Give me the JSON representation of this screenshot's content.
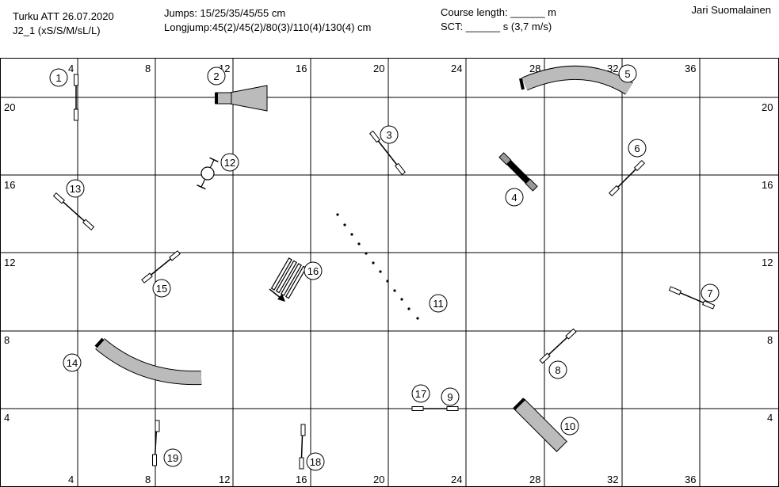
{
  "header": {
    "event": "Turku ATT 26.07.2020",
    "class": "J2_1 (xS/S/M/sL/L)",
    "jumps": "Jumps: 15/25/35/45/55 cm",
    "longjump": "Longjump:45(2)/45(2)/80(3)/110(4)/130(4) cm",
    "course_length": "Course length: ______ m",
    "sct": "SCT: ______ s (3,7 m/s)",
    "author": "Jari Suomalainen"
  },
  "grid": {
    "top_labels": [
      "4",
      "8",
      "12",
      "16",
      "20",
      "24",
      "28",
      "32",
      "36"
    ],
    "bottom_labels": [
      "4",
      "8",
      "12",
      "16",
      "20",
      "24",
      "28",
      "32",
      "36"
    ],
    "left_labels": [
      "20",
      "16",
      "12",
      "8",
      "4"
    ],
    "right_labels": [
      "20",
      "16",
      "12",
      "8",
      "4"
    ]
  },
  "obstacles": [
    {
      "number": "1",
      "kind": "jump"
    },
    {
      "number": "2",
      "kind": "collapsed-tunnel"
    },
    {
      "number": "3",
      "kind": "jump"
    },
    {
      "number": "4",
      "kind": "double-jump"
    },
    {
      "number": "5",
      "kind": "tunnel"
    },
    {
      "number": "6",
      "kind": "jump"
    },
    {
      "number": "7",
      "kind": "jump"
    },
    {
      "number": "8",
      "kind": "jump"
    },
    {
      "number": "9",
      "kind": "jump"
    },
    {
      "number": "10",
      "kind": "tunnel"
    },
    {
      "number": "11",
      "kind": "weave-poles"
    },
    {
      "number": "12",
      "kind": "tyre"
    },
    {
      "number": "13",
      "kind": "jump"
    },
    {
      "number": "14",
      "kind": "tunnel"
    },
    {
      "number": "15",
      "kind": "jump"
    },
    {
      "number": "16",
      "kind": "long-jump"
    },
    {
      "number": "17",
      "kind": "jump"
    },
    {
      "number": "18",
      "kind": "jump"
    },
    {
      "number": "19",
      "kind": "jump"
    }
  ]
}
